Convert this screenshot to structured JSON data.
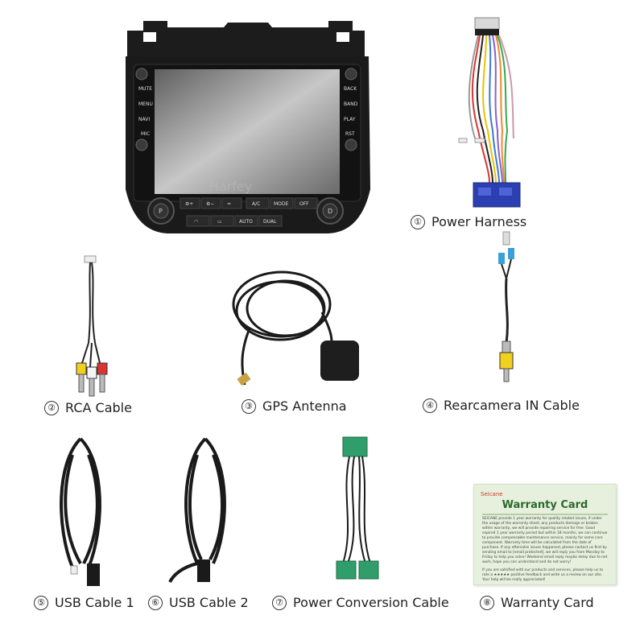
{
  "items": [
    {
      "num": "①",
      "label": "Power Harness"
    },
    {
      "num": "②",
      "label": "RCA Cable"
    },
    {
      "num": "③",
      "label": "GPS Antenna"
    },
    {
      "num": "④",
      "label": "Rearcamera IN Cable"
    },
    {
      "num": "⑤",
      "label": "USB Cable 1"
    },
    {
      "num": "⑥",
      "label": "USB Cable 2"
    },
    {
      "num": "⑦",
      "label": "Power Conversion Cable"
    },
    {
      "num": "⑧",
      "label": "Warranty Card"
    }
  ],
  "head_unit": {
    "watermark": "Harfey",
    "side_buttons_left": [
      "MUTE",
      "MENU",
      "NAVI",
      "MIC"
    ],
    "side_buttons_right": [
      "BACK",
      "BAND",
      "PLAY",
      "RST"
    ],
    "climate_buttons_top": [
      "A/C",
      "MODE",
      "OFF"
    ],
    "climate_buttons_bottom": [
      "AUTO",
      "DUAL"
    ],
    "knob_left": "P",
    "knob_right": "D"
  },
  "warranty_card": {
    "brand": "Seicane",
    "title": "Warranty Card",
    "body_1": "SEICANE provide 1 year warranty for quality related issues, if under the usage of the warranty sheet, any products damage or broken within warranty, we will provide repairing service for free. Good expired 1 year warranty period but within 18 months, we can continue to provide compensable maintenance service, mainly for some core component. Warranty time will be calculated from the date of purchase. If any aftersales issues happened, please contact us first by sending email to [email protected], we will reply you from Monday to Friday to help you solve! Weekend email reply maybe delay due to net work, hope you can understand and do not worry!",
    "body_2": "If you are satisfied with our products and services, please help us to rate a ★★★★★ positive feedback and write us a review on our site. Your help will be really appreciated!"
  }
}
